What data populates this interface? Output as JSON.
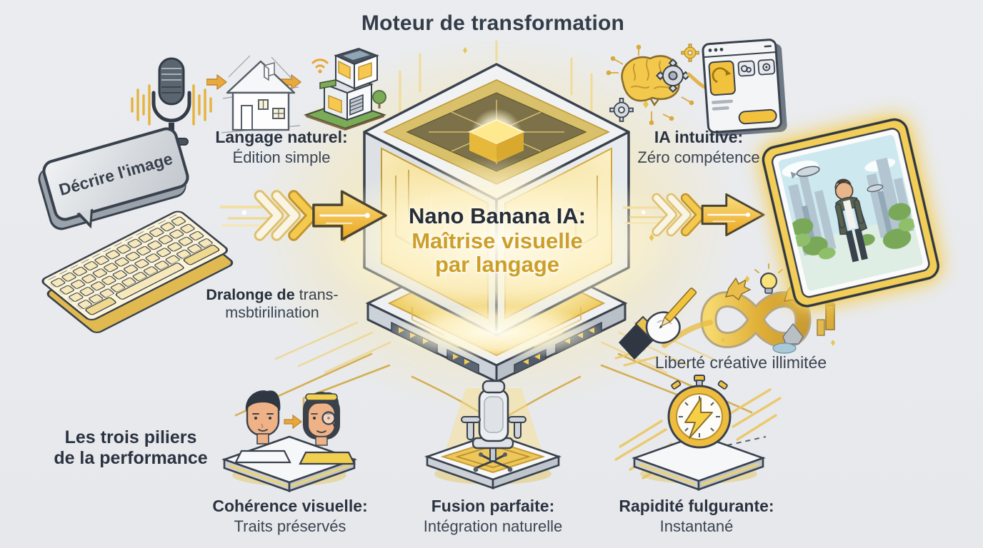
{
  "title": "Moteur de transformation",
  "colors": {
    "background": "#e8eaee",
    "ink": "#2b3340",
    "gold_text": "#cc9f28",
    "gold_accent": "#e9b83c",
    "line_gold": "#d2a944"
  },
  "center": {
    "line1": "Nano Banana IA:",
    "line2": "Maîtrise visuelle",
    "line3": "par langage"
  },
  "flow_top_left": {
    "title": "Langage naturel:",
    "subtitle": "Édition simple"
  },
  "flow_top_right": {
    "title": "IA intuitive:",
    "subtitle": "Zéro compétence"
  },
  "prompt_bubble": {
    "text": "Décrire l'image"
  },
  "transform_note": {
    "bold": "Dralonge de",
    "rest": " trans-",
    "line2": "msbtirilination"
  },
  "creative": {
    "caption": "Liberté créative illimitée"
  },
  "pillars_heading": {
    "line1": "Les trois piliers",
    "line2": "de la performance"
  },
  "pillars": [
    {
      "title": "Cohérence visuelle:",
      "subtitle": "Traits préservés"
    },
    {
      "title": "Fusion parfaite:",
      "subtitle": "Intégration naturelle"
    },
    {
      "title": "Rapidité fulgurante:",
      "subtitle": "Instantané"
    }
  ]
}
